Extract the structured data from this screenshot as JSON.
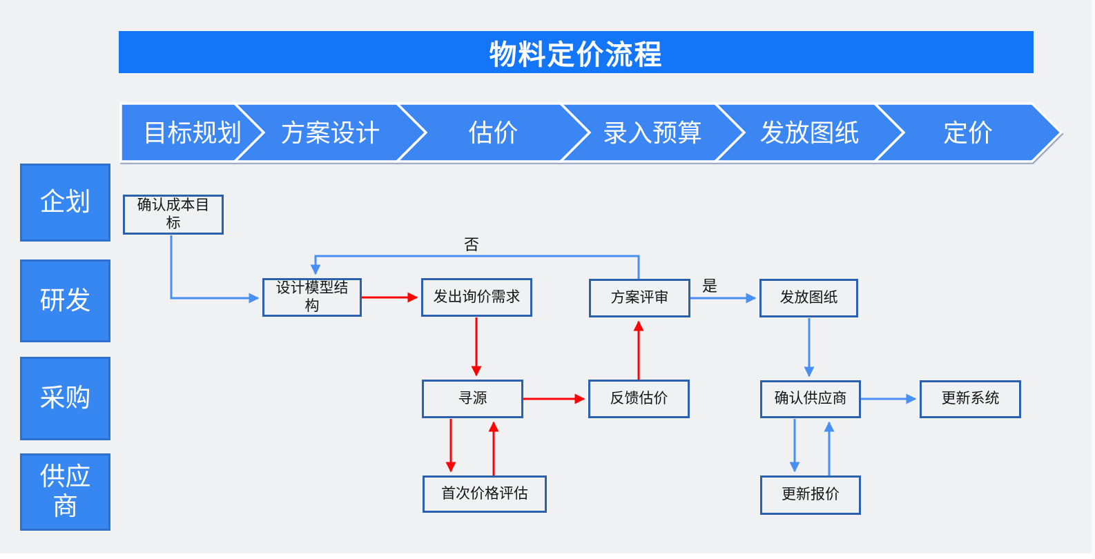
{
  "title": "物料定价流程",
  "phases": [
    "目标规划",
    "方案设计",
    "估价",
    "录入预算",
    "发放图纸",
    "定价"
  ],
  "lanes": [
    "企划",
    "研发",
    "采购",
    "供应商"
  ],
  "nodes": {
    "confirm_cost_target": {
      "label": "确认成本目标"
    },
    "design_model_structure": {
      "label": "设计模型结构"
    },
    "send_inquiry_request": {
      "label": "发出询价需求"
    },
    "plan_review": {
      "label": "方案评审"
    },
    "release_drawings": {
      "label": "发放图纸"
    },
    "sourcing": {
      "label": "寻源"
    },
    "feedback_estimate": {
      "label": "反馈估价"
    },
    "confirm_supplier": {
      "label": "确认供应商"
    },
    "update_system": {
      "label": "更新系统"
    },
    "first_price_evaluation": {
      "label": "首次价格评估"
    },
    "update_quote": {
      "label": "更新报价"
    }
  },
  "edge_labels": {
    "no": "否",
    "yes": "是"
  },
  "colors": {
    "title_bar": "#1376f8",
    "chevron_fill": "#3b86f3",
    "chevron_separator": "#ffffff",
    "lane_fill": "#3787f3",
    "lane_border": "#2e6fd0",
    "box_border": "#2a60ae",
    "connector_blue": "#478ff2",
    "connector_red": "#fb0404",
    "background": "#f0f1f2",
    "text_on_blue": "#ffffff",
    "text_dark": "#141414"
  }
}
